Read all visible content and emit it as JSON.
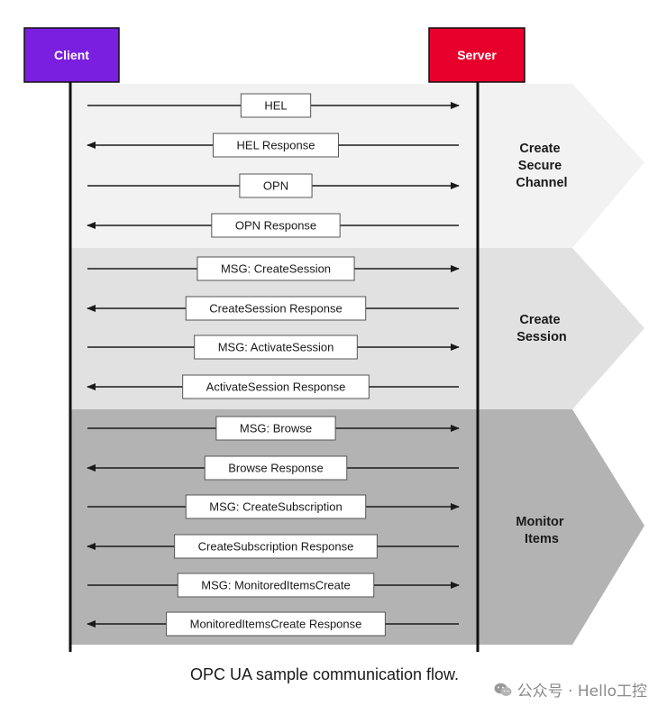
{
  "actors": {
    "client": {
      "label": "Client",
      "color": "#7a1fe0"
    },
    "server": {
      "label": "Server",
      "color": "#e8002d"
    }
  },
  "phases": [
    {
      "lines": [
        "Create",
        "Secure",
        "Channel"
      ],
      "color": "#f2f2f2"
    },
    {
      "lines": [
        "Create",
        "Session"
      ],
      "color": "#e1e1e1"
    },
    {
      "lines": [
        "Monitor",
        "Items"
      ],
      "color": "#b3b3b3"
    }
  ],
  "messages": [
    {
      "label": "HEL",
      "direction": "to-server"
    },
    {
      "label": "HEL Response",
      "direction": "to-client"
    },
    {
      "label": "OPN",
      "direction": "to-server"
    },
    {
      "label": "OPN Response",
      "direction": "to-client"
    },
    {
      "label": "MSG: CreateSession",
      "direction": "to-server"
    },
    {
      "label": "CreateSession Response",
      "direction": "to-client"
    },
    {
      "label": "MSG: ActivateSession",
      "direction": "to-server"
    },
    {
      "label": "ActivateSession Response",
      "direction": "to-client"
    },
    {
      "label": "MSG: Browse",
      "direction": "to-server"
    },
    {
      "label": "Browse Response",
      "direction": "to-client"
    },
    {
      "label": "MSG: CreateSubscription",
      "direction": "to-server"
    },
    {
      "label": "CreateSubscription Response",
      "direction": "to-client"
    },
    {
      "label": "MSG: MonitoredItemsCreate",
      "direction": "to-server"
    },
    {
      "label": "MonitoredItemsCreate Response",
      "direction": "to-client"
    }
  ],
  "caption": "OPC UA sample communication flow.",
  "watermark": {
    "text": "公众号 · Hello工控",
    "icon": "wechat-icon"
  }
}
